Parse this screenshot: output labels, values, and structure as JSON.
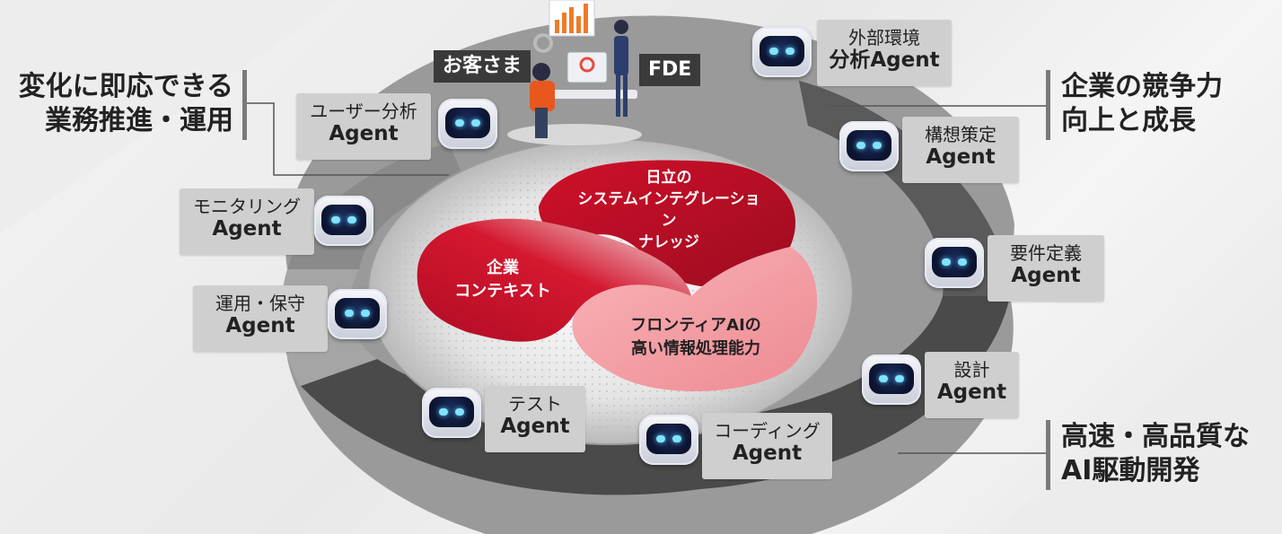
{
  "left_label": [
    "変化に即応できる",
    "業務推進・運用"
  ],
  "right_top_label": [
    "企業の競争力",
    "向上と成長"
  ],
  "right_bottom_label": [
    "高速・高品質な",
    "AI駆動開発"
  ],
  "customer_tag": "お客さま",
  "fde_tag": "FDE",
  "center": {
    "hitachi": [
      "日立の",
      "システムインテグレーション",
      "ナレッジ"
    ],
    "enterprise": [
      "企業",
      "コンテキスト"
    ],
    "frontier": [
      "フロンティアAIの",
      "高い情報処理能力"
    ]
  },
  "agents": [
    {
      "name": "ユーザー分析",
      "suffix": "Agent"
    },
    {
      "name": "外部環境",
      "suffix": "分析Agent"
    },
    {
      "name": "構想策定",
      "suffix": "Agent"
    },
    {
      "name": "要件定義",
      "suffix": "Agent"
    },
    {
      "name": "設計",
      "suffix": "Agent"
    },
    {
      "name": "コーディング",
      "suffix": "Agent"
    },
    {
      "name": "テスト",
      "suffix": "Agent"
    },
    {
      "name": "運用・保守",
      "suffix": "Agent"
    },
    {
      "name": "モニタリング",
      "suffix": "Agent"
    }
  ],
  "colors": {
    "ring_dark": "#4a4a4a",
    "ring_light": "#9a9a9a",
    "hitachi_red": "#c8102e",
    "frontier_pink": "#f19aa0",
    "agent_box": "#cfcfcf"
  }
}
